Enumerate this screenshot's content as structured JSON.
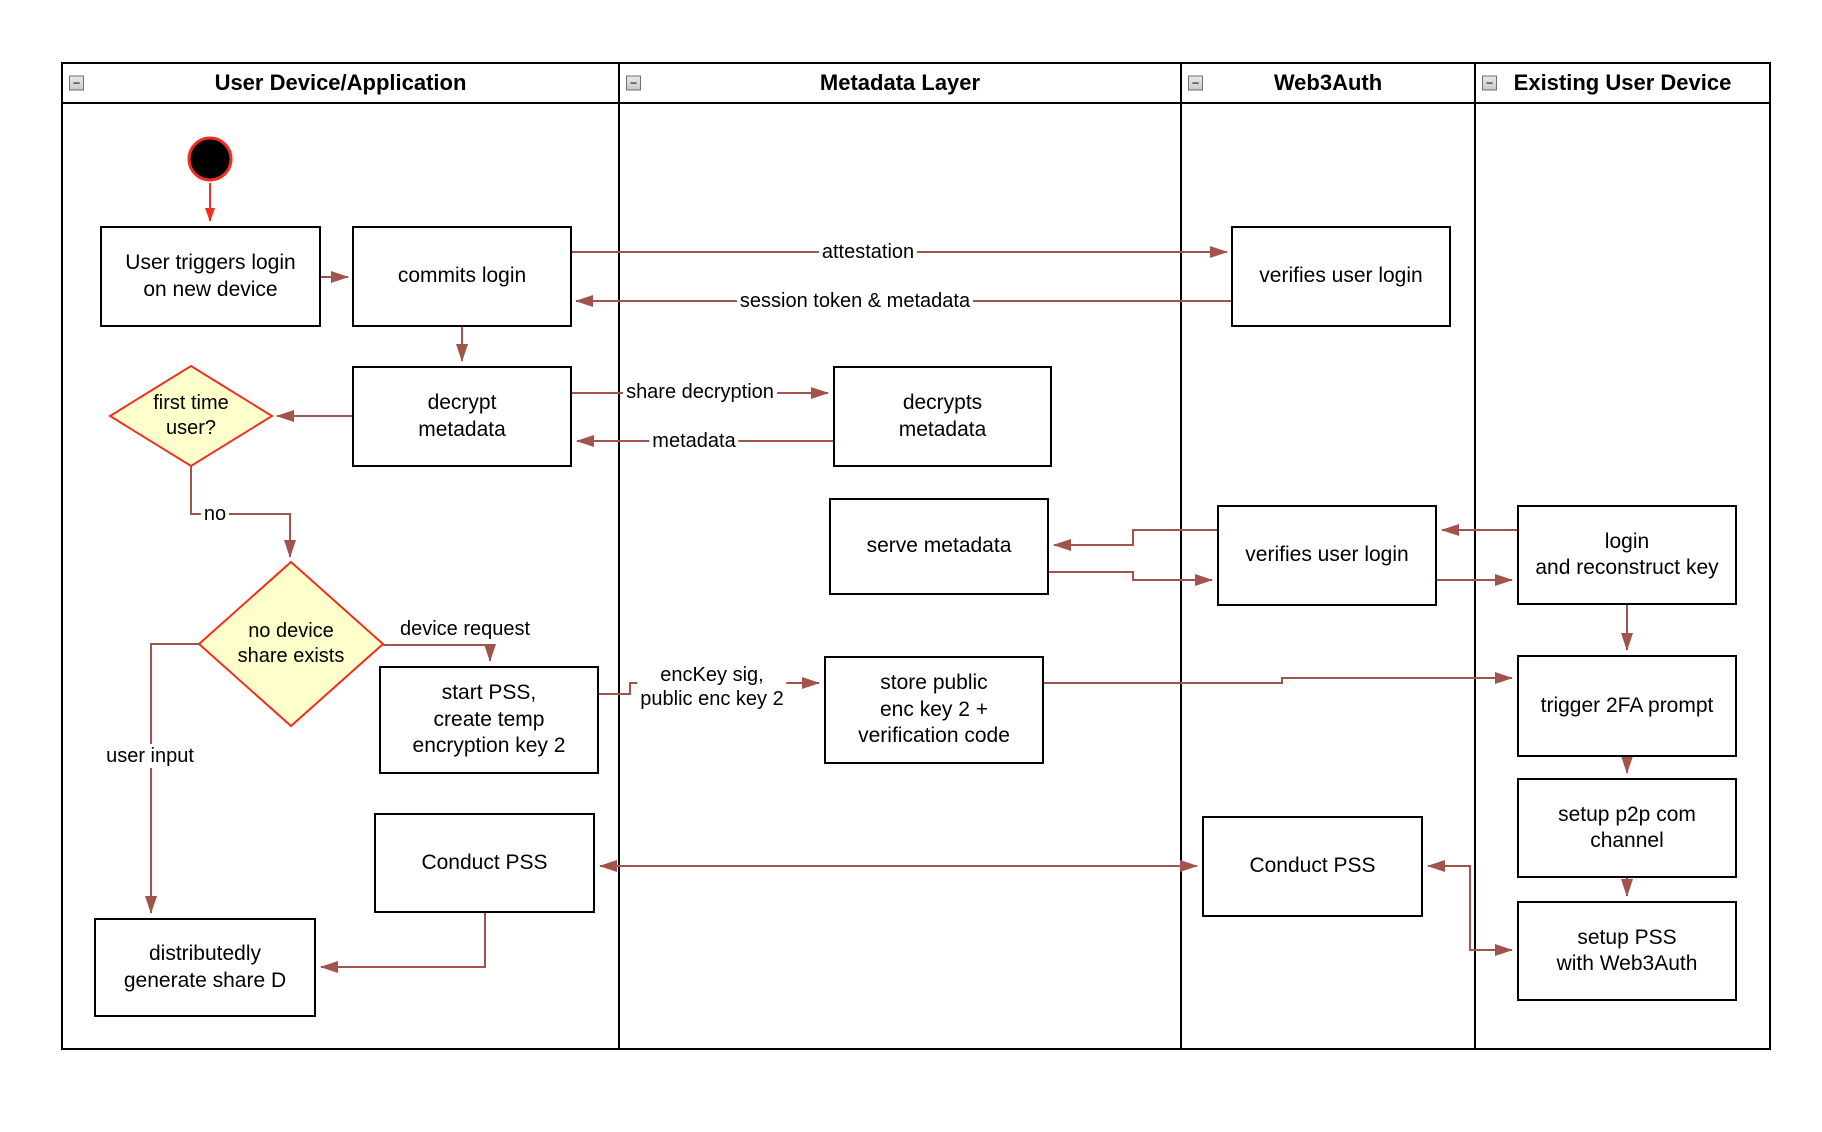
{
  "colors": {
    "arrow": "#a0544c",
    "accent": "#f22e1f",
    "decision-fill": "#ffffcc"
  },
  "icons": {
    "collapse": "−"
  },
  "lanes": [
    {
      "title": "User Device/Application"
    },
    {
      "title": "Metadata Layer"
    },
    {
      "title": "Web3Auth"
    },
    {
      "title": "Existing User Device"
    }
  ],
  "nodes": {
    "user_triggers": {
      "label": "User triggers login\non new device"
    },
    "commits_login": {
      "label": "commits login"
    },
    "verifies_login_1": {
      "label": "verifies user login"
    },
    "decrypt_metadata": {
      "label": "decrypt\nmetadata"
    },
    "decrypts_metadata": {
      "label": "decrypts\nmetadata"
    },
    "first_time_user": {
      "label": "first time\nuser?"
    },
    "serve_metadata": {
      "label": "serve metadata"
    },
    "verifies_login_2": {
      "label": "verifies user login"
    },
    "login_reconstruct": {
      "label": "login\nand reconstruct key"
    },
    "no_device_share": {
      "label": "no device\nshare exists"
    },
    "start_pss": {
      "label": "start PSS,\ncreate temp\nencryption key 2"
    },
    "store_public": {
      "label": "store public\nenc key 2 +\nverification code"
    },
    "trigger_2fa": {
      "label": "trigger 2FA prompt"
    },
    "setup_p2p": {
      "label": "setup p2p com\nchannel"
    },
    "setup_pss": {
      "label": "setup PSS\nwith Web3Auth"
    },
    "conduct_pss_user": {
      "label": "Conduct PSS"
    },
    "conduct_pss_web3auth": {
      "label": "Conduct PSS"
    },
    "generate_share_d": {
      "label": "distributedly\ngenerate share D"
    }
  },
  "edge_labels": {
    "attestation": "attestation",
    "session_token": "session token & metadata",
    "share_decryption": "share decryption",
    "metadata": "metadata",
    "no": "no",
    "device_request": "device request",
    "user_input": "user input",
    "enckey_sig": "encKey sig,\npublic enc key 2"
  }
}
